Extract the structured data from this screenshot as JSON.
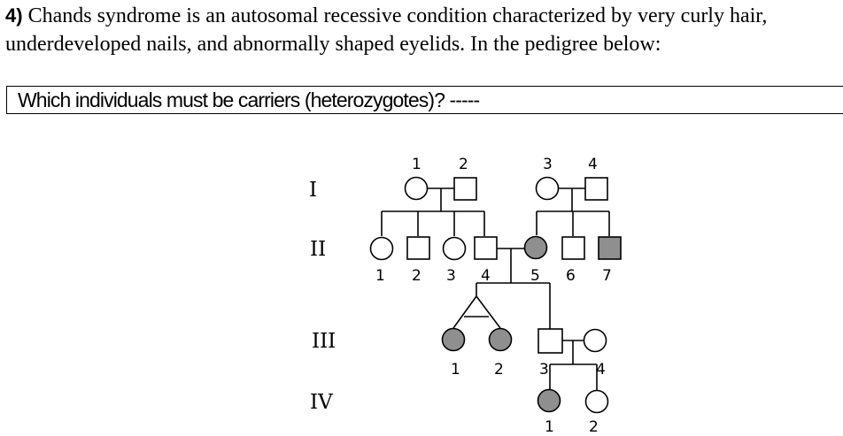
{
  "question": {
    "number": "4)",
    "text": " Chands syndrome is an autosomal recessive condition characterized by very curly hair, underdeveloped nails, and abnormally shaped eyelids. In the pedigree below:"
  },
  "prompt": "Which individuals must be carriers (heterozygotes)? -----",
  "colors": {
    "affected": "#8f8f8f",
    "unaffected": "#ffffff",
    "line": "#000000"
  },
  "generations": [
    {
      "label": "I",
      "individuals": [
        {
          "id": "I-1",
          "label": "1",
          "sex": "female",
          "affected": false
        },
        {
          "id": "I-2",
          "label": "2",
          "sex": "male",
          "affected": false
        },
        {
          "id": "I-3",
          "label": "3",
          "sex": "female",
          "affected": false
        },
        {
          "id": "I-4",
          "label": "4",
          "sex": "male",
          "affected": false
        }
      ]
    },
    {
      "label": "II",
      "individuals": [
        {
          "id": "II-1",
          "label": "1",
          "sex": "female",
          "affected": false
        },
        {
          "id": "II-2",
          "label": "2",
          "sex": "male",
          "affected": false
        },
        {
          "id": "II-3",
          "label": "3",
          "sex": "female",
          "affected": false
        },
        {
          "id": "II-4",
          "label": "4",
          "sex": "male",
          "affected": false
        },
        {
          "id": "II-5",
          "label": "5",
          "sex": "female",
          "affected": true
        },
        {
          "id": "II-6",
          "label": "6",
          "sex": "male",
          "affected": false
        },
        {
          "id": "II-7",
          "label": "7",
          "sex": "male",
          "affected": true
        }
      ]
    },
    {
      "label": "III",
      "individuals": [
        {
          "id": "III-1",
          "label": "1",
          "sex": "female",
          "affected": true,
          "twin": "monozygotic"
        },
        {
          "id": "III-2",
          "label": "2",
          "sex": "female",
          "affected": true,
          "twin": "monozygotic"
        },
        {
          "id": "III-3",
          "label": "3",
          "sex": "male",
          "affected": false
        },
        {
          "id": "III-4",
          "label": "4",
          "sex": "female",
          "affected": false
        }
      ]
    },
    {
      "label": "IV",
      "individuals": [
        {
          "id": "IV-1",
          "label": "1",
          "sex": "female",
          "affected": true
        },
        {
          "id": "IV-2",
          "label": "2",
          "sex": "female",
          "affected": false
        }
      ]
    }
  ],
  "matings": [
    {
      "partners": [
        "I-1",
        "I-2"
      ],
      "children": [
        "II-1",
        "II-2",
        "II-3",
        "II-4"
      ]
    },
    {
      "partners": [
        "I-3",
        "I-4"
      ],
      "children": [
        "II-5",
        "II-6",
        "II-7"
      ]
    },
    {
      "partners": [
        "II-4",
        "II-5"
      ],
      "children": [
        "III-1",
        "III-2",
        "III-3"
      ]
    },
    {
      "partners": [
        "III-3",
        "III-4"
      ],
      "children": [
        "IV-1",
        "IV-2"
      ]
    }
  ]
}
